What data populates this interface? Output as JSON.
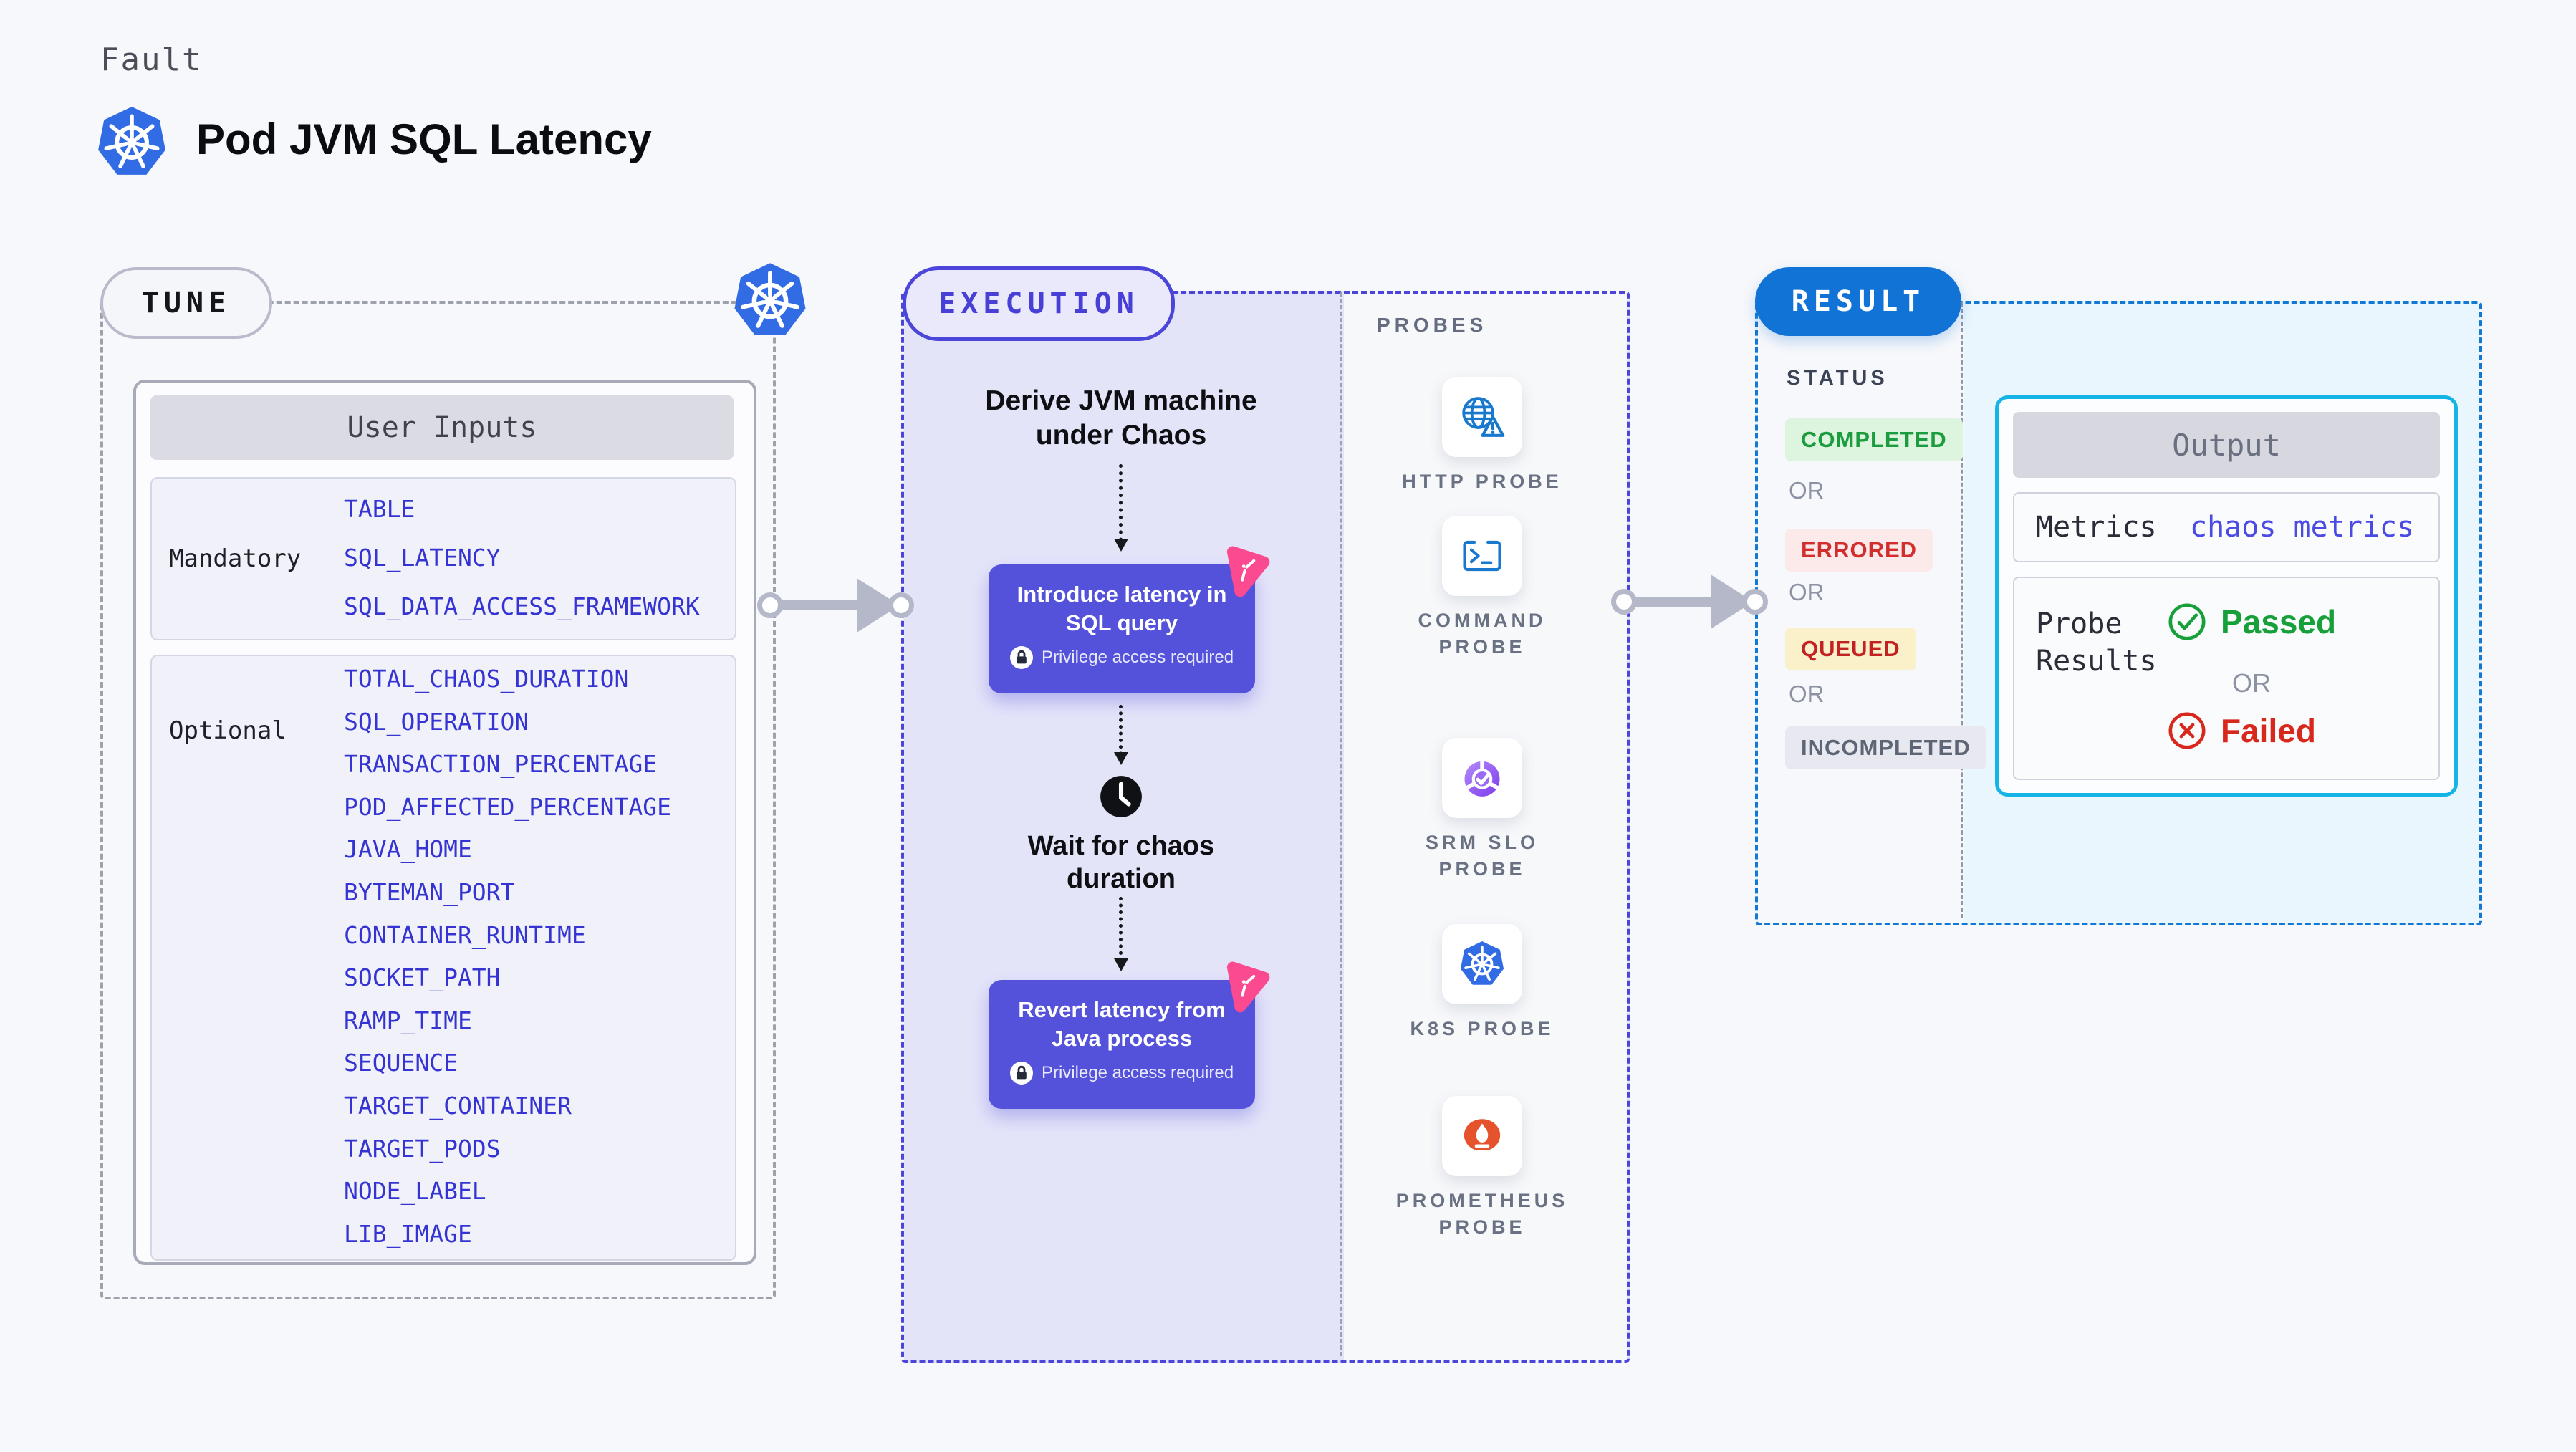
{
  "header": {
    "kind": "Fault",
    "title": "Pod JVM SQL Latency"
  },
  "tune": {
    "badge": "TUNE",
    "user_inputs": {
      "header": "User Inputs",
      "mandatory_label": "Mandatory",
      "mandatory_values": [
        "TABLE",
        "SQL_LATENCY",
        "SQL_DATA_ACCESS_FRAMEWORK"
      ],
      "optional_label": "Optional",
      "optional_values": [
        "TOTAL_CHAOS_DURATION",
        "SQL_OPERATION",
        "TRANSACTION_PERCENTAGE",
        "POD_AFFECTED_PERCENTAGE",
        "JAVA_HOME",
        "BYTEMAN_PORT",
        "CONTAINER_RUNTIME",
        "SOCKET_PATH",
        "RAMP_TIME",
        "SEQUENCE",
        "TARGET_CONTAINER",
        "TARGET_PODS",
        "NODE_LABEL",
        "LIB_IMAGE"
      ]
    }
  },
  "execution": {
    "badge": "EXECUTION",
    "derive_label": "Derive JVM machine under Chaos",
    "introduce": {
      "label": "Introduce latency in SQL query",
      "note": "Privilege access required"
    },
    "wait_label": "Wait for chaos duration",
    "revert": {
      "label": "Revert latency from Java process",
      "note": "Privilege access required"
    }
  },
  "probes": {
    "heading": "PROBES",
    "items": [
      {
        "label": "HTTP PROBE",
        "icon": "http-probe-icon"
      },
      {
        "label": "COMMAND PROBE",
        "icon": "command-probe-icon"
      },
      {
        "label": "SRM SLO PROBE",
        "icon": "srm-slo-probe-icon"
      },
      {
        "label": "K8S PROBE",
        "icon": "k8s-probe-icon"
      },
      {
        "label": "PROMETHEUS PROBE",
        "icon": "prometheus-probe-icon"
      }
    ]
  },
  "result": {
    "badge": "RESULT",
    "status_heading": "STATUS",
    "or_label": "OR",
    "statuses": [
      {
        "label": "COMPLETED"
      },
      {
        "label": "ERRORED"
      },
      {
        "label": "QUEUED"
      },
      {
        "label": "INCOMPLETED"
      }
    ],
    "output": {
      "header": "Output",
      "metrics_label": "Metrics",
      "metrics_value": "chaos metrics",
      "probe_results_label": "Probe Results",
      "passed_label": "Passed",
      "or_label": "OR",
      "failed_label": "Failed"
    }
  },
  "colors": {
    "page_bg": "#F7F8FB",
    "tune_dash": "#9CA1AC",
    "execution_dash": "#4B45D9",
    "execution_bg": "#E4E4F9",
    "action_box": "#5452DA",
    "litmus_pink": "#FB4A8F",
    "kubernetes_blue": "#326CE5",
    "probe_icon_blue": "#1878CE",
    "srm_purple": "#7C3AED",
    "prometheus_orange": "#E6522C",
    "result_dash": "#1377D4",
    "result_badge_bg": "#1173D6",
    "result_panel_bg": "#E9F6FD",
    "output_border": "#14B4E6",
    "status_completed_fg": "#1C9C3F",
    "status_completed_bg": "#DDF4DF",
    "status_errored_fg": "#D32E2E",
    "status_errored_bg": "#FCE9E9",
    "status_queued_fg": "#C32222",
    "status_queued_bg": "#FAF0CA",
    "status_incompleted_fg": "#5E6574",
    "status_incompleted_bg": "#E7E8F0",
    "passed_green": "#17A03A",
    "failed_red": "#D8271C",
    "value_blue": "#3534D3",
    "arrow_gray": "#B4B8C8"
  }
}
